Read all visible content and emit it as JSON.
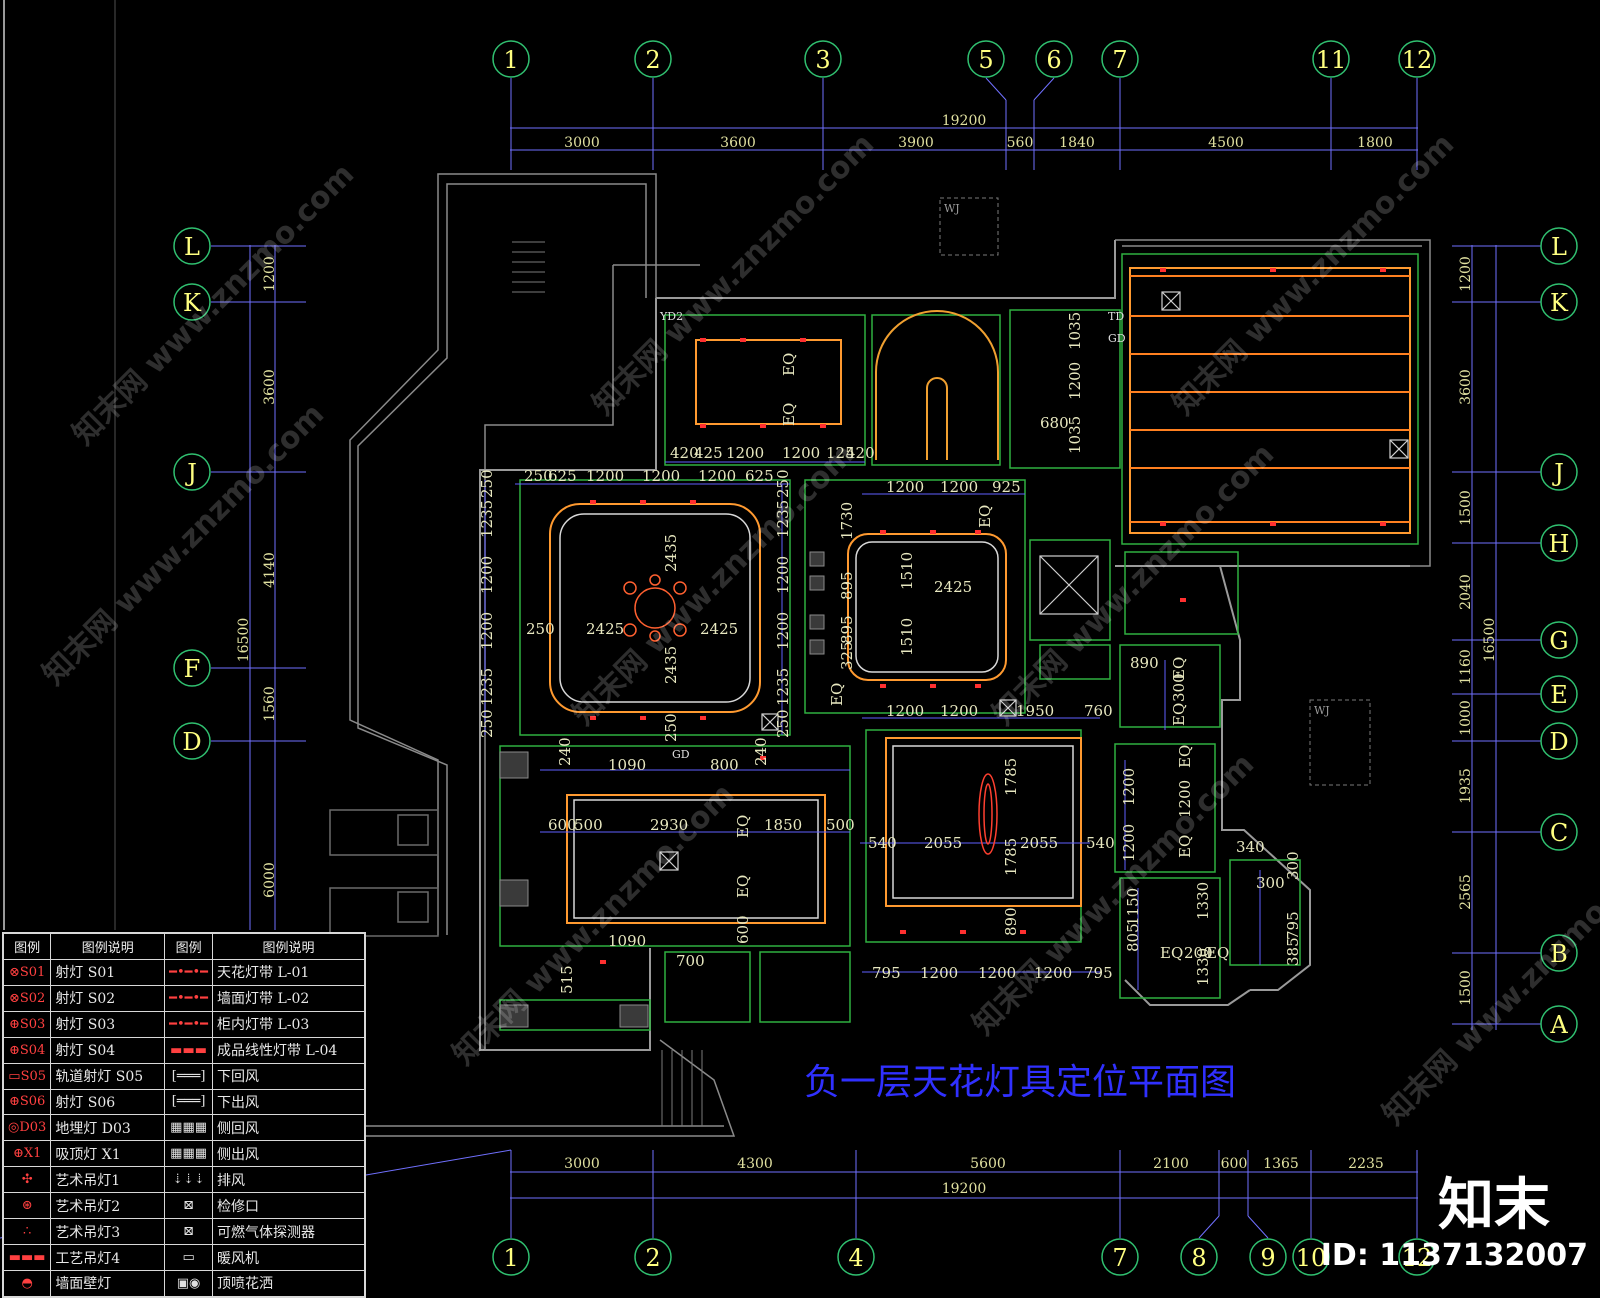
{
  "drawing_title": "负一层天花灯具定位平面图",
  "colors": {
    "background": "#000000",
    "axis_bubble": "#ffff80",
    "axis_ring": "#30c070",
    "dim": "#7070ff",
    "dim_text": "#e0e0a0",
    "wall": "#9a9a9a",
    "room": "#30b040",
    "light": "#ff8020",
    "title": "#3030ff"
  },
  "top_axes": [
    "1",
    "2",
    "3",
    "5",
    "6",
    "7",
    "11",
    "12"
  ],
  "top_total": "19200",
  "top_dims": [
    "3000",
    "3600",
    "3900",
    "560",
    "1840",
    "4500",
    "1800"
  ],
  "bottom_axes": [
    "1",
    "2",
    "4",
    "7",
    "8",
    "9",
    "10",
    "12"
  ],
  "bottom_total": "19200",
  "bottom_dims": [
    "3000",
    "4300",
    "5600",
    "2100",
    "600",
    "1365",
    "2235"
  ],
  "left_axes": [
    "L",
    "K",
    "J",
    "F",
    "D"
  ],
  "left_dims": [
    "1200",
    "3600",
    "4140",
    "1560",
    "6000"
  ],
  "left_total": "16500",
  "right_axes": [
    "L",
    "K",
    "J",
    "H",
    "G",
    "E",
    "D",
    "C",
    "B",
    "A"
  ],
  "right_dims": [
    "1200",
    "3600",
    "1500",
    "2040",
    "1160",
    "1000",
    "1935",
    "2565",
    "1500"
  ],
  "right_total": "16500",
  "plan_labels": {
    "wj1": "WJ",
    "wj2": "WJ",
    "yd2": "YD2",
    "td": "TD",
    "gd1": "GD",
    "gd2": "GD",
    "r1": [
      "420",
      "425",
      "1200",
      "1200",
      "125",
      "420"
    ],
    "eq": "EQ",
    "r2": [
      "250",
      "625",
      "1200",
      "1200",
      "1200",
      "625",
      "250"
    ],
    "r2v": [
      "250",
      "1235",
      "1200",
      "1200",
      "1235",
      "250"
    ],
    "lr_2425": "2425",
    "lr_2435": "2435",
    "lr_250": "250",
    "dn_1200": "1200",
    "dn_925": "925",
    "dn_1730": "1730",
    "dn_1510": "1510",
    "dn_895": "895",
    "dn_325": "325",
    "dn_2425": "2425",
    "k_1035": "1035",
    "k_680": "680",
    "k_1200": "1200",
    "m_1950": "1950",
    "m_760": "760",
    "b1": [
      "240",
      "1090",
      "800",
      "240"
    ],
    "b1h": [
      "600",
      "500",
      "2930",
      "1850",
      "500"
    ],
    "b1_1090": "1090",
    "b1_515": "515",
    "b1_600": "600",
    "b1_700": "700",
    "b2": [
      "540",
      "2055",
      "2055",
      "540"
    ],
    "b2_1785": "1785",
    "b2_890": "890",
    "b3": [
      "795",
      "1200",
      "1200",
      "1200",
      "795"
    ],
    "e_890": "890",
    "e_300": "300",
    "e_1200": "1200",
    "s_1150": "1150",
    "s_805": "805",
    "s_1330": "1330",
    "s_200": "200",
    "o_340": "340",
    "o_300": "300",
    "o_795": "795",
    "o_385": "385"
  },
  "legend": {
    "headers": [
      "图例",
      "图例说明",
      "图例",
      "图例说明"
    ],
    "rows": [
      {
        "s1": "⊗S01",
        "l1": "射灯 S01",
        "s2": "━•━•━",
        "l2": "天花灯带 L-01"
      },
      {
        "s1": "⊗S02",
        "l1": "射灯 S02",
        "s2": "━•━•━",
        "l2": "墙面灯带 L-02"
      },
      {
        "s1": "⊕S03",
        "l1": "射灯 S03",
        "s2": "━•━•━",
        "l2": "柜内灯带 L-03"
      },
      {
        "s1": "⊕S04",
        "l1": "射灯 S04",
        "s2": "▬▬▬",
        "l2": "成品线性灯带 L-04"
      },
      {
        "s1": "▭S05",
        "l1": "轨道射灯 S05",
        "s2": "[═══]",
        "l2": "下回风"
      },
      {
        "s1": "⊕S06",
        "l1": "射灯 S06",
        "s2": "[═══]",
        "l2": "下出风"
      },
      {
        "s1": "◎D03",
        "l1": "地埋灯 D03",
        "s2": "▦▦▦",
        "l2": "侧回风"
      },
      {
        "s1": "⊕X1",
        "l1": "吸顶灯 X1",
        "s2": "▦▦▦",
        "l2": "侧出风"
      },
      {
        "s1": "✣",
        "l1": "艺术吊灯1",
        "s2": "⇣⇣⇣",
        "l2": "排风"
      },
      {
        "s1": "⊛",
        "l1": "艺术吊灯2",
        "s2": "⊠",
        "l2": "检修口"
      },
      {
        "s1": "∴",
        "l1": "艺术吊灯3",
        "s2": "⊠",
        "l2": "可燃气体探测器"
      },
      {
        "s1": "▬▬▬",
        "l1": "工艺吊灯4",
        "s2": "▭",
        "l2": "暖风机"
      },
      {
        "s1": "◓",
        "l1": "墙面壁灯",
        "s2": "▣◉",
        "l2": "顶喷花洒"
      }
    ]
  },
  "watermark": "知末网 www.znzmo.com",
  "brand": "知末",
  "id_text": "ID: 1137132007"
}
